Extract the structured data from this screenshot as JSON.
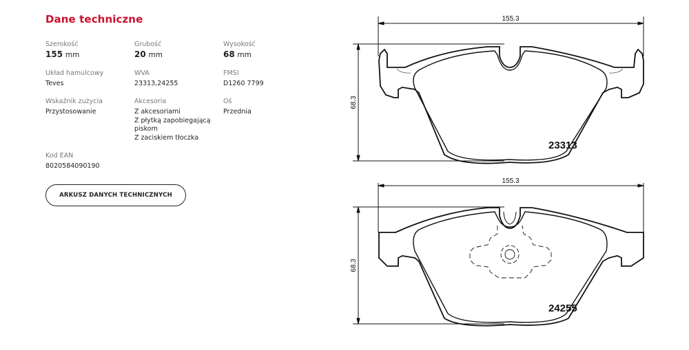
{
  "section": {
    "title": "Dane techniczne"
  },
  "specs": [
    {
      "label": "Szerokość",
      "value": "155",
      "unit": "mm"
    },
    {
      "label": "Grubość",
      "value": "20",
      "unit": "mm"
    },
    {
      "label": "Wysokość",
      "value": "68",
      "unit": "mm"
    },
    {
      "label": "Układ hamulcowy",
      "value": "Teves"
    },
    {
      "label": "WVA",
      "value": "23313,24255"
    },
    {
      "label": "FMSI",
      "value": "D1260 7799"
    },
    {
      "label": "Wskaźnik zużycia",
      "value": "Przystosowanie"
    },
    {
      "label": "Akcesoria",
      "values": [
        "Z akcesoriami",
        "Z płytką zapobiegającą",
        "piskom",
        "Z zaciskiem tłoczka"
      ]
    },
    {
      "label": "Oś",
      "value": "Przednia"
    },
    {
      "label": "Kod EAN",
      "value": "8020584090190"
    }
  ],
  "button": {
    "label": "ARKUSZ DANYCH TECHNICZNYCH"
  },
  "drawings": [
    {
      "width_dim": "155.3",
      "height_dim": "68.3",
      "part_number": "23313"
    },
    {
      "width_dim": "155.3",
      "height_dim": "68.3",
      "part_number": "24255"
    }
  ]
}
